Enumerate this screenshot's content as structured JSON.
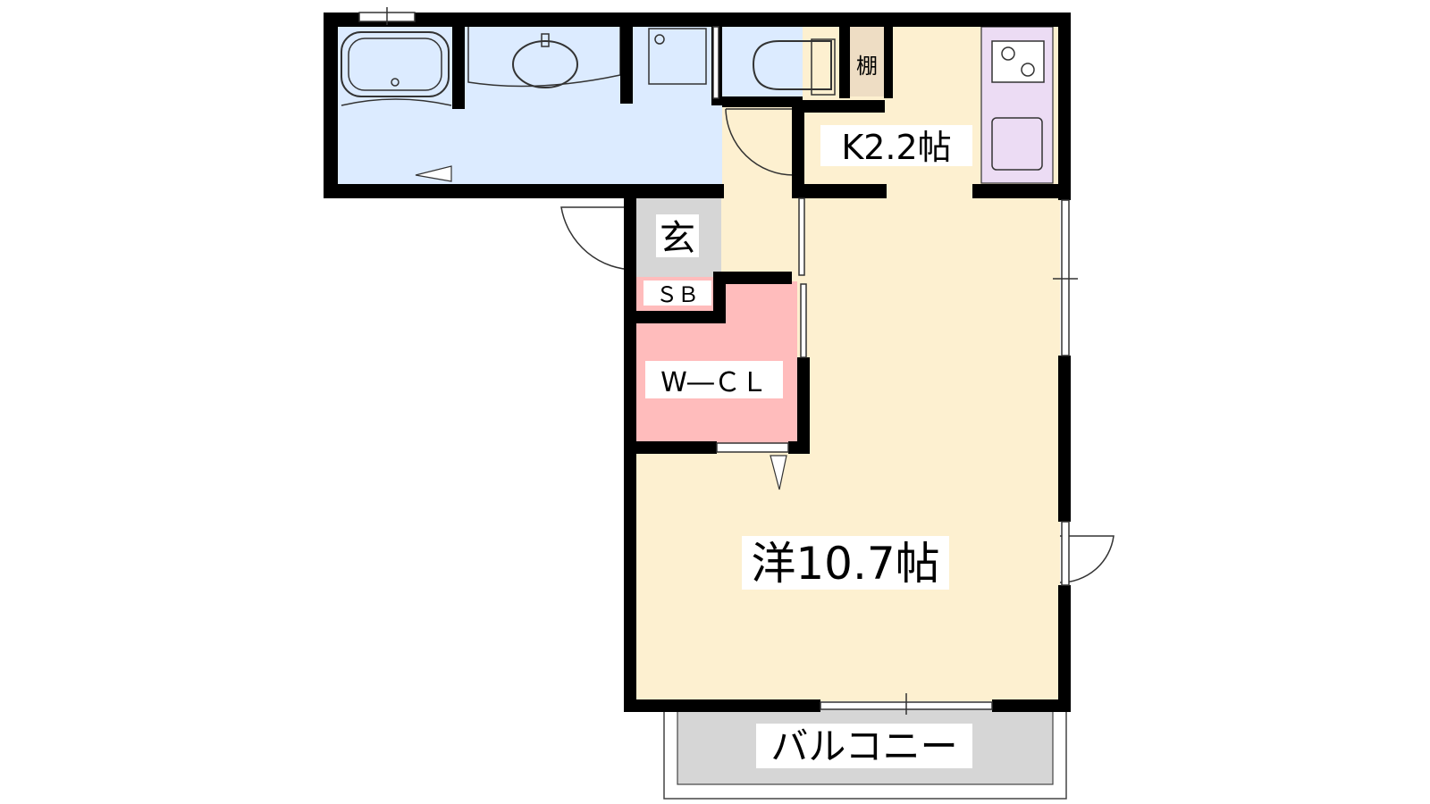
{
  "rooms": {
    "western": "洋10.7帖",
    "kitchen": "K2.2帖",
    "entrance": "玄",
    "shoebox": "ＳＢ",
    "closet": "W―ＣＬ",
    "shelf": "棚",
    "balcony": "バルコニー"
  },
  "colors": {
    "wall": "#000000",
    "bath": "#dcebff",
    "living": "#fdf0d0",
    "closet": "#ffbcbc",
    "entrance": "#d6d6d6",
    "balcony": "#d6d6d6",
    "kitchen_counter": "#ecdcf4",
    "shelf": "#eeddc4"
  }
}
